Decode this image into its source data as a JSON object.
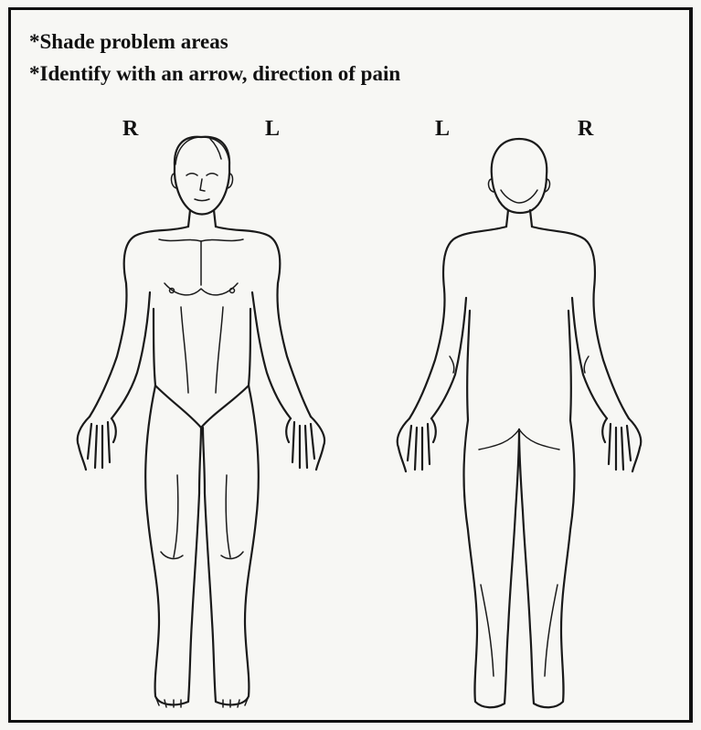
{
  "instructions": {
    "line1": "*Shade problem areas",
    "line2": "*Identify with an arrow, direction of pain"
  },
  "front_view": {
    "right_label": "R",
    "left_label": "L"
  },
  "back_view": {
    "left_label": "L",
    "right_label": "R"
  },
  "colors": {
    "ink": "#1a1a1a",
    "paper": "#f7f7f4"
  }
}
